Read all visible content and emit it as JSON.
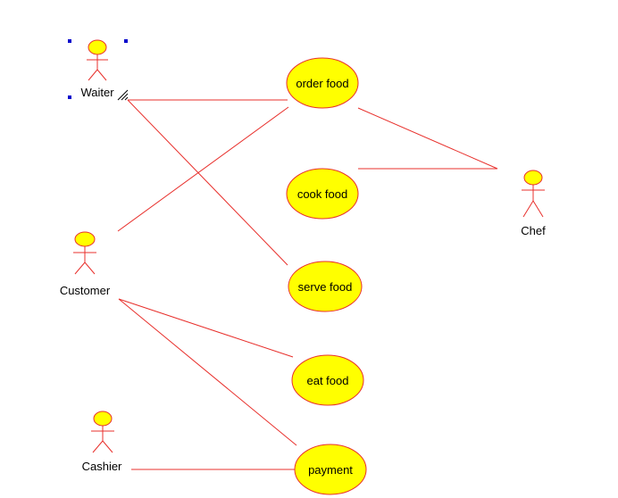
{
  "diagram": {
    "actors": {
      "waiter": "Waiter",
      "customer": "Customer",
      "cashier": "Cashier",
      "chef": "Chef"
    },
    "use_cases": {
      "order_food": "order food",
      "cook_food": "cook food",
      "serve_food": "serve food",
      "eat_food": "eat food",
      "payment": "payment"
    }
  },
  "colors": {
    "line": "#e8302c",
    "ellipse_fill": "#ffff00",
    "actor_head_fill": "#ffff00",
    "selection_handle": "#0000cc",
    "text": "#000000",
    "background": "#ffffff"
  }
}
